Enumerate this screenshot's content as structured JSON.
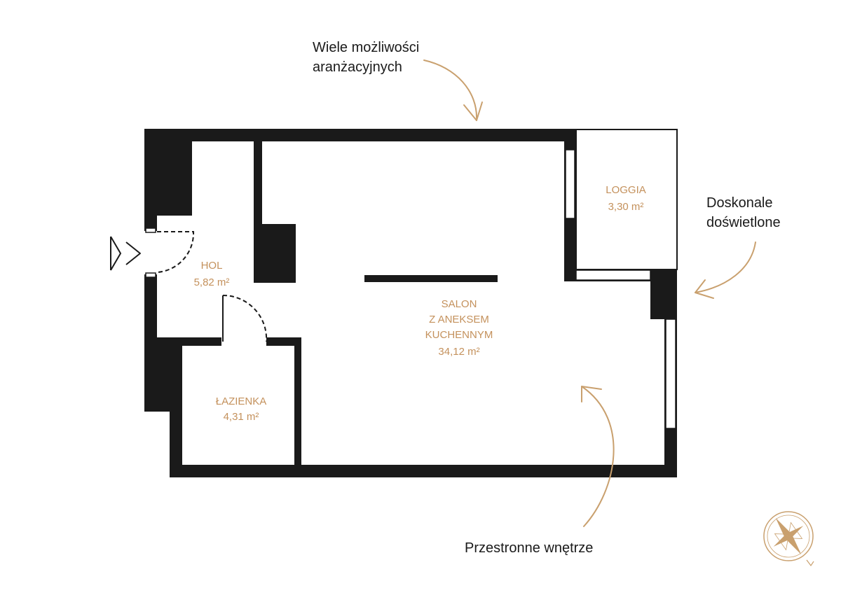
{
  "rooms": [
    {
      "id": "hol",
      "name": "HOL",
      "area": "5,82 m²"
    },
    {
      "id": "lazienka",
      "name": "ŁAZIENKA",
      "area": "4,31 m²"
    },
    {
      "id": "salon",
      "name_lines": [
        "SALON",
        "Z ANEKSEM",
        "KUCHENNYM"
      ],
      "area": "34,12 m²"
    },
    {
      "id": "loggia",
      "name": "LOGGIA",
      "area": "3,30 m²"
    }
  ],
  "callouts": {
    "top_line1": "Wiele możliwości",
    "top_line2": "aranżacyjnych",
    "right_line1": "Doskonale",
    "right_line2": "doświetlone",
    "bottom": "Przestronne wnętrze"
  },
  "colors": {
    "wall": "#1a1a1a",
    "label": "#c4915c",
    "arrow": "#c9a06e"
  },
  "icons": [
    "entrance-arrow-icon",
    "compass-rose-icon"
  ]
}
